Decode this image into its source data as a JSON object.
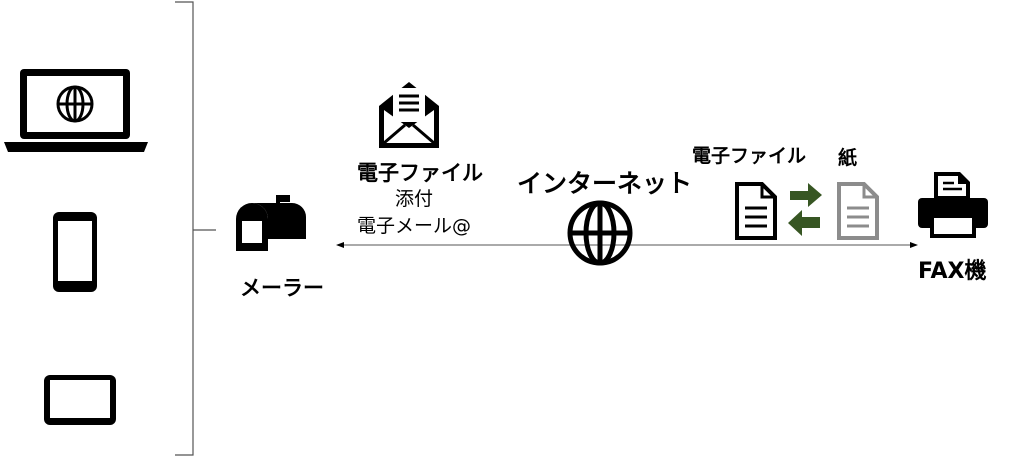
{
  "devices": {
    "laptop_icon": "laptop-globe-icon",
    "phone_icon": "smartphone-icon",
    "tablet_icon": "tablet-icon"
  },
  "mailer": {
    "icon": "mailbox-icon",
    "label": "メーラー"
  },
  "email": {
    "icon": "open-envelope-icon",
    "title": "電子ファイル",
    "line1": "添付",
    "line2": "電子メール@"
  },
  "internet": {
    "icon": "globe-icon",
    "label": "インターネット"
  },
  "conversion": {
    "electronic_label": "電子ファイル",
    "paper_label": "紙",
    "arrow_color": "#375623",
    "paper_color": "#8c8c8c"
  },
  "fax": {
    "icon": "fax-machine-icon",
    "label": "FAX機"
  }
}
